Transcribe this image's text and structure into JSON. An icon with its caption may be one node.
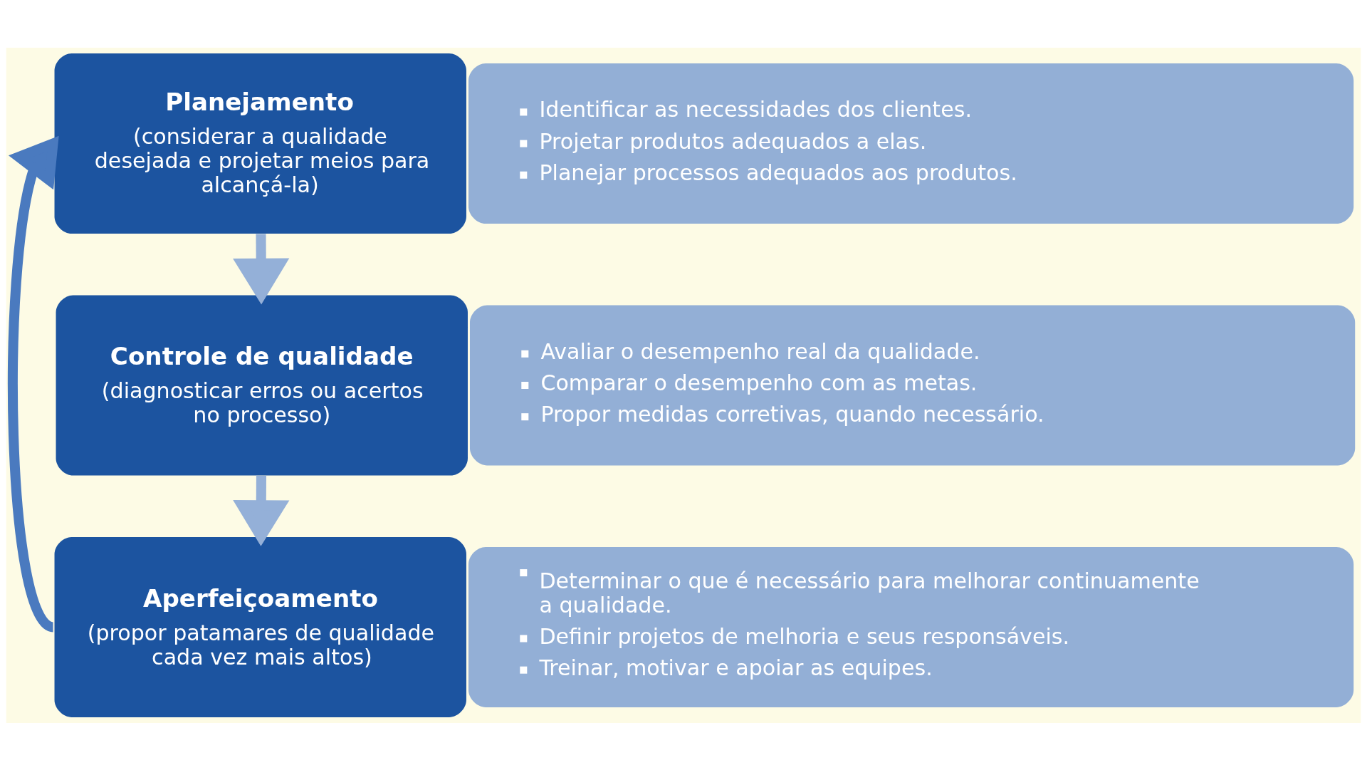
{
  "diagram": {
    "nodes": [
      {
        "text": [
          "Planejamento",
          "(considerar a qualidade desejada e projetar meios para alcançá-la)"
        ]
      },
      {
        "text": [
          "Identificar as necessidades dos clientes.",
          "Projetar produtos adequados a elas.",
          "Planejar processos adequados aos produtos."
        ]
      },
      {
        "text": [
          "Controle de qualidade",
          "(diagnosticar erros ou acertos no processo)"
        ]
      },
      {
        "text": [
          "Avaliar o desempenho real da qualidade.",
          "Comparar o desempenho com as metas.",
          "Propor medidas corretivas, quando necessário."
        ]
      },
      {
        "text": [
          "Aperfeiçoamento",
          "(propor patamares de qualidade cada vez mais altos)"
        ]
      },
      {
        "text": [
          "Determinar o que é necessário para melhorar continuamente a qualidade.",
          "Definir projetos de melhoria e seus responsáveis.",
          "Treinar, motivar e apoiar as equipes."
        ]
      }
    ],
    "edges": [
      {
        "from": 0,
        "to": 2,
        "arrow": "to"
      },
      {
        "from": 2,
        "to": 4,
        "arrow": "to"
      },
      {
        "from": 4,
        "to": 0,
        "arrow": "to",
        "color": "#4a7abf"
      }
    ]
  }
}
